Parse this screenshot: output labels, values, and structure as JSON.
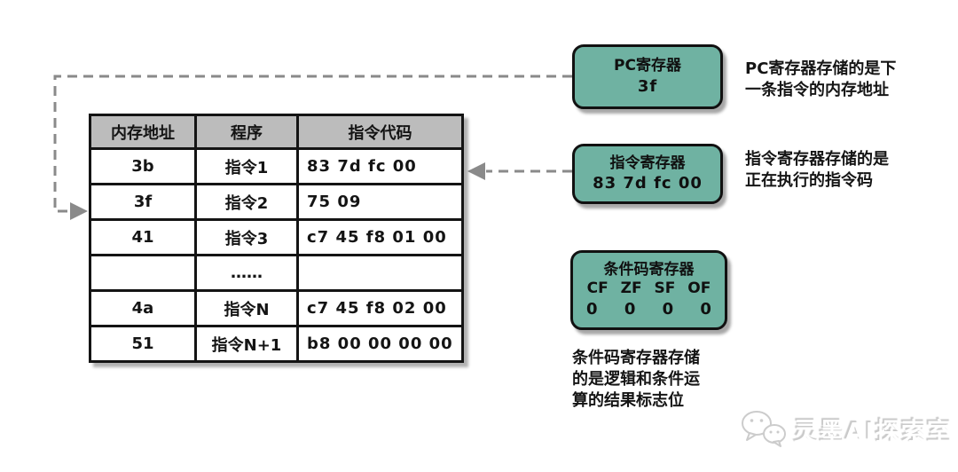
{
  "table": {
    "headers": [
      "内存地址",
      "程序",
      "指令代码"
    ],
    "rows": [
      [
        "3b",
        "指令1",
        "83 7d fc 00"
      ],
      [
        "3f",
        "指令2",
        "75 09"
      ],
      [
        "41",
        "指令3",
        "c7 45 f8 01 00"
      ],
      [
        "",
        "……",
        ""
      ],
      [
        "4a",
        "指令N",
        "c7 45 f8 02 00"
      ],
      [
        "51",
        "指令N+1",
        "b8 00 00 00 00"
      ]
    ]
  },
  "registers": {
    "pc": {
      "title": "PC寄存器",
      "value": "3f"
    },
    "instruction": {
      "title": "指令寄存器",
      "value": "83 7d fc 00"
    },
    "condition": {
      "title": "条件码寄存器",
      "flags": "CF ZF SF OF",
      "bits": "0 0 0 0"
    }
  },
  "annotations": {
    "pc": "PC寄存器存储的是下\n一条指令的内存地址",
    "instruction": "指令寄存器存储的是\n正在执行的指令码",
    "condition": "条件码寄存器存储\n的是逻辑和条件运\n算的结果标志位"
  },
  "watermark": {
    "label": "灵墨AI探索室",
    "icon": "wechat-icon"
  },
  "colors": {
    "register_fill": "#6fb2a2",
    "table_header_fill": "#bcbcbc",
    "border": "#141414",
    "dash_line": "#8a8a8a",
    "background": "#ffffff"
  }
}
